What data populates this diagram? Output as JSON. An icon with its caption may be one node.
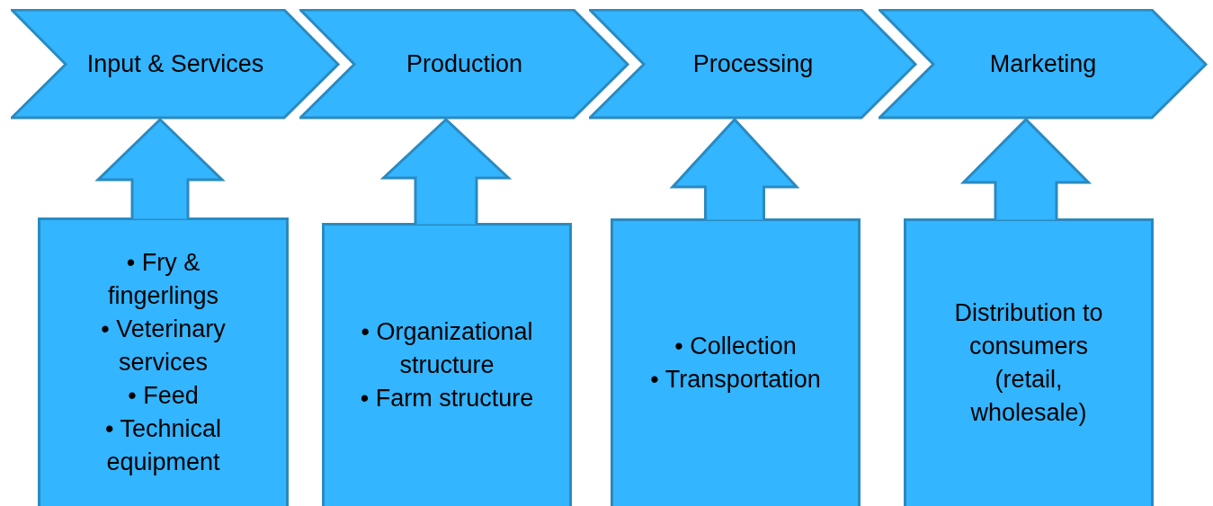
{
  "diagram": {
    "nodes": [
      {
        "text": [
          "Input & Services"
        ]
      },
      {
        "text": [
          "Production"
        ]
      },
      {
        "text": [
          "Processing"
        ]
      },
      {
        "text": [
          "Marketing"
        ]
      },
      {
        "text": [
          "• Fry & fingerlings",
          "• Veterinary services",
          "• Feed",
          "• Technical equipment"
        ]
      },
      {
        "text": [
          "• Organizational structure",
          "• Farm structure"
        ]
      },
      {
        "text": [
          "• Collection",
          "• Transportation"
        ]
      },
      {
        "text": [
          "Distribution to consumers (retail, wholesale)"
        ]
      }
    ],
    "edges": [
      {
        "from": 4,
        "to": 0,
        "arrow": "to",
        "style": "thick"
      },
      {
        "from": 5,
        "to": 1,
        "arrow": "to",
        "style": "thick"
      },
      {
        "from": 6,
        "to": 2,
        "arrow": "to",
        "style": "thick"
      },
      {
        "from": 7,
        "to": 3,
        "arrow": "to",
        "style": "thick"
      }
    ]
  }
}
